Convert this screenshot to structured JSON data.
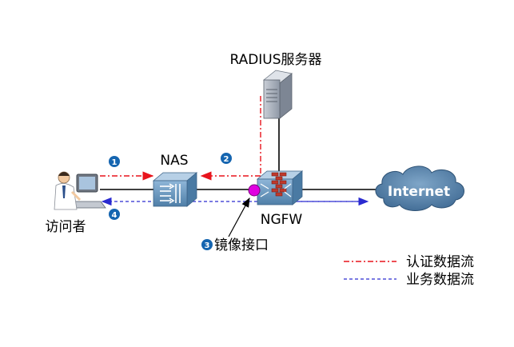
{
  "nodes": {
    "radius": "RADIUS服务器",
    "nas": "NAS",
    "ngfw": "NGFW",
    "visitor": "访问者",
    "internet": "Internet",
    "mirror_port": "镜像接口"
  },
  "steps": [
    "1",
    "2",
    "3",
    "4"
  ],
  "legend": {
    "auth": "认证数据流",
    "service": "业务数据流"
  },
  "colors": {
    "auth_line": "#e8141c",
    "service_line": "#2a2ad0",
    "step_badge": "#1565b0",
    "mirror_dot": "#e000e0",
    "device_blue": "#5d8fb8",
    "internet_cloud": "#3f6b94"
  }
}
